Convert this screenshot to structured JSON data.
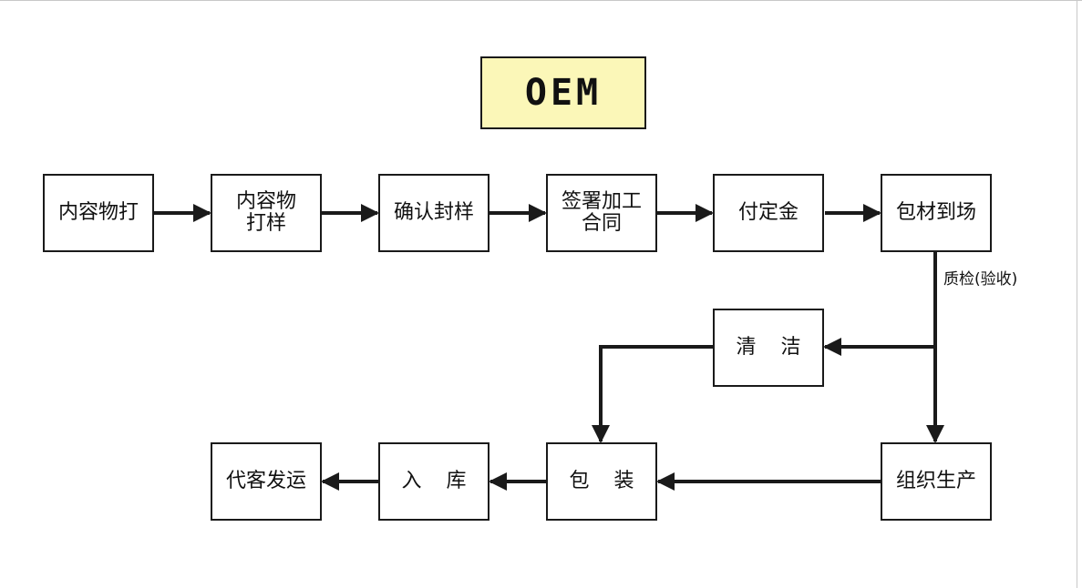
{
  "title": "OEM",
  "colors": {
    "title_fill": "#fbf7b8",
    "stroke": "#1a1a1a"
  },
  "nodes": {
    "n1": "内容物打",
    "n2": "内容物\n打样",
    "n3": "确认封样",
    "n4": "签署加工\n合同",
    "n5": "付定金",
    "n6": "包材到场",
    "n7": "清 洁",
    "n8": "组织生产",
    "n9": "包 装",
    "n10": "入 库",
    "n11": "代客发运"
  },
  "edge_labels": {
    "qc": "质检(验收)"
  }
}
